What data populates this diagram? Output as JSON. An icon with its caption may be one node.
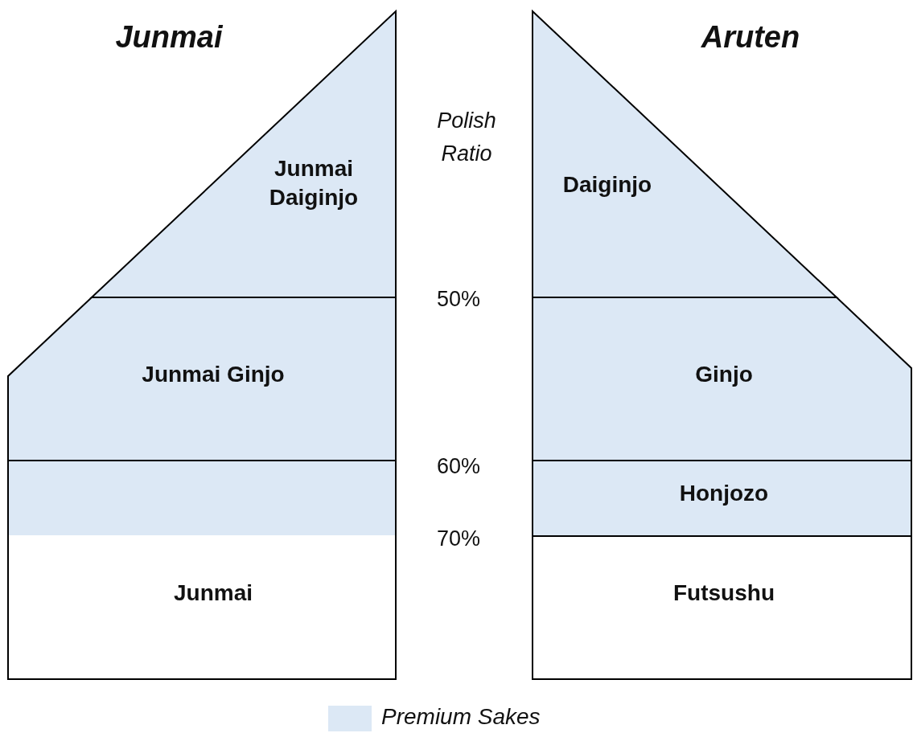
{
  "diagram": {
    "nodes": [
      {
        "text": [
          "Junmai Daiginjo"
        ]
      },
      {
        "text": [
          "Junmai Ginjo"
        ]
      },
      {
        "text": [],
        "shape": "box"
      },
      {
        "text": [
          "Junmai"
        ]
      },
      {
        "text": [
          "Daiginjo"
        ]
      },
      {
        "text": [
          "Ginjo"
        ]
      },
      {
        "text": [
          "Honjozo"
        ]
      },
      {
        "text": [
          "Futsushu"
        ]
      }
    ],
    "edges": [],
    "labels": [
      "Junmai",
      "Aruten",
      "Polish Ratio",
      "50%",
      "60%",
      "70%"
    ],
    "legend": [
      {
        "text": "Premium Sakes",
        "color": "#dce8f5"
      }
    ]
  }
}
